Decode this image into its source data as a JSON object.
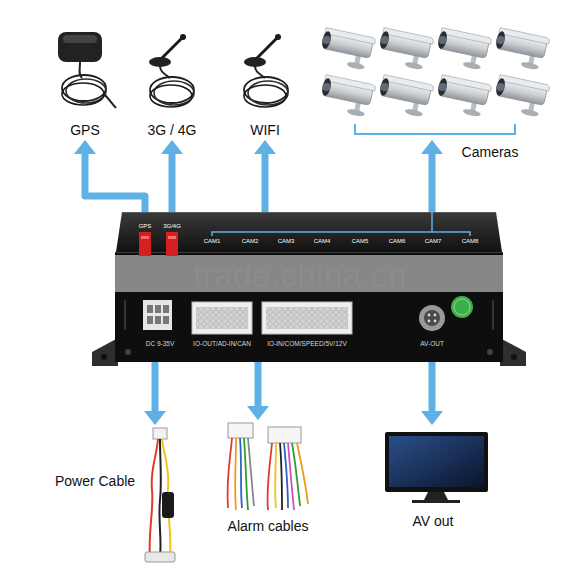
{
  "diagram": {
    "nodes": [
      {
        "text": [
          "GPS"
        ]
      },
      {
        "text": [
          "3G / 4G"
        ]
      },
      {
        "text": [
          "WIFI"
        ]
      },
      {
        "text": [
          "Cameras"
        ]
      },
      {
        "text": [
          "GPS",
          "3G/4G",
          "CAM1",
          "CAM2",
          "CAM3",
          "CAM4",
          "CAM5",
          "CAM6",
          "CAM7",
          "CAM8",
          "DC 9-35V",
          "IO-OUT/AD-IN/CAN",
          "IO-IN/COM/SPEED/5V/12V",
          "AV-OUT"
        ]
      },
      {
        "text": [
          "Power Cable"
        ]
      },
      {
        "text": [
          "Alarm cables"
        ]
      },
      {
        "text": [
          "AV out"
        ]
      }
    ],
    "edges": [
      {
        "from": 4,
        "to": 0,
        "arrow": "to"
      },
      {
        "from": 4,
        "to": 1,
        "arrow": "to"
      },
      {
        "from": 4,
        "to": 2,
        "arrow": "to"
      },
      {
        "from": 4,
        "to": 3,
        "arrow": "to"
      },
      {
        "from": 4,
        "to": 5,
        "arrow": "to"
      },
      {
        "from": 4,
        "to": 6,
        "arrow": "to"
      },
      {
        "from": 4,
        "to": 7,
        "arrow": "to"
      }
    ],
    "labels": [
      "trade.china.cn"
    ]
  }
}
